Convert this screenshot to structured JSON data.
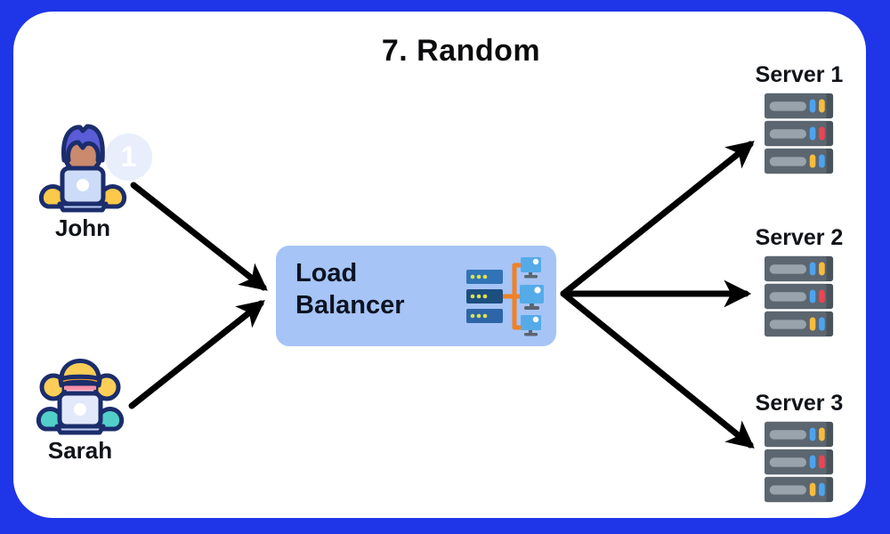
{
  "title": "7. Random",
  "colors": {
    "frame_blue": "#1e35e8",
    "canvas_white": "#ffffff",
    "arrow_black": "#000000",
    "lb_box_blue": "#a6c4f6",
    "text_dark": "#101317"
  },
  "badge": {
    "value": "1"
  },
  "users": [
    {
      "name": "John",
      "icon": "man-at-laptop-icon"
    },
    {
      "name": "Sarah",
      "icon": "woman-at-laptop-icon"
    }
  ],
  "load_balancer": {
    "label": "Load Balancer",
    "icon": "load-balancer-network-icon"
  },
  "servers": [
    {
      "label": "Server 1",
      "icon": "server-rack-icon"
    },
    {
      "label": "Server 2",
      "icon": "server-rack-icon"
    },
    {
      "label": "Server 3",
      "icon": "server-rack-icon"
    }
  ],
  "connections": [
    {
      "from": "John",
      "to": "Load Balancer"
    },
    {
      "from": "Sarah",
      "to": "Load Balancer"
    },
    {
      "from": "Load Balancer",
      "to": "Server 1"
    },
    {
      "from": "Load Balancer",
      "to": "Server 2"
    },
    {
      "from": "Load Balancer",
      "to": "Server 3"
    }
  ]
}
